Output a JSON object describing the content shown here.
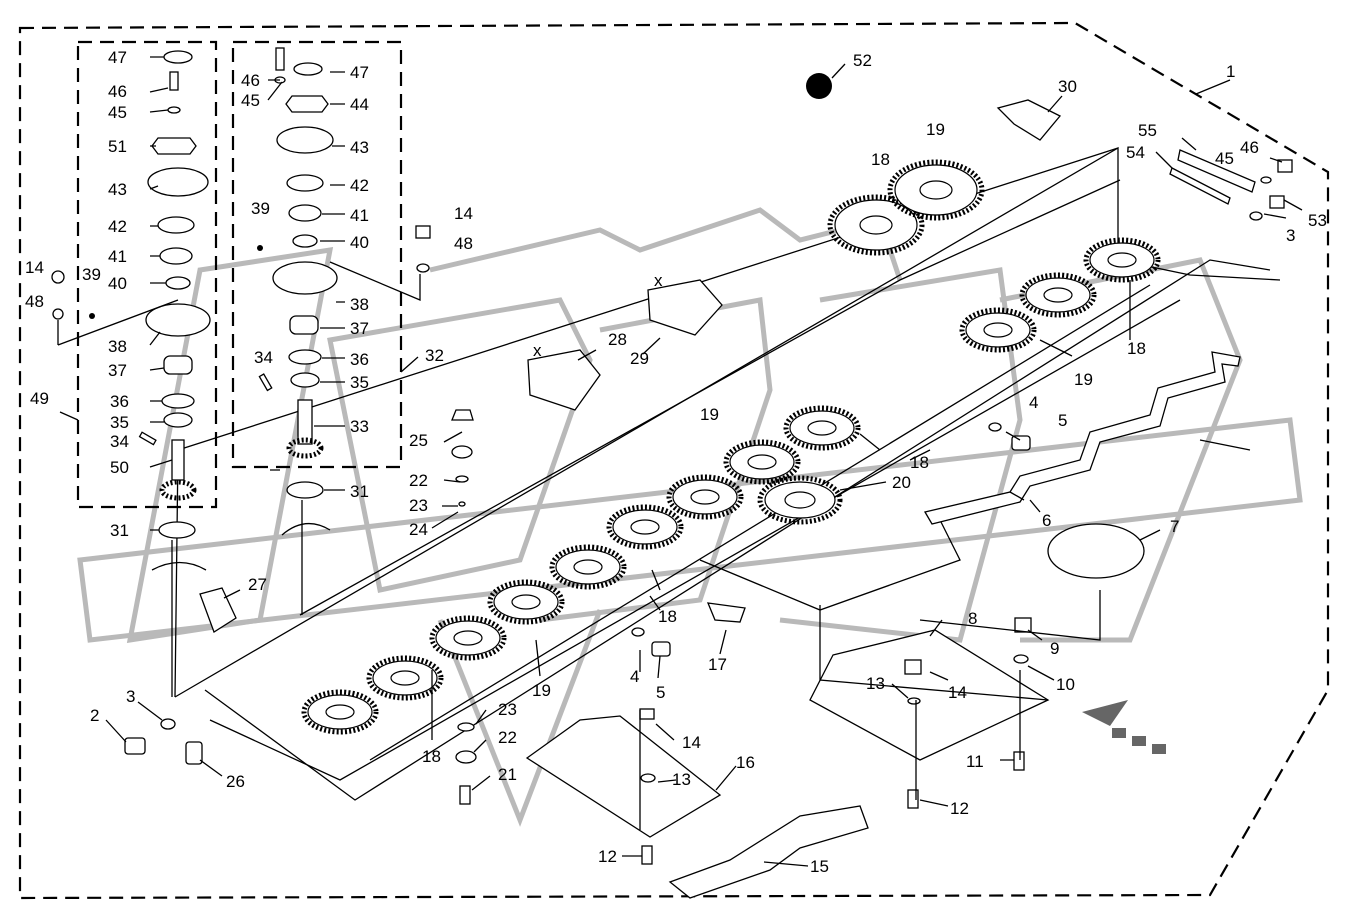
{
  "labels": [
    {
      "id": "l47a",
      "text": "47"
    },
    {
      "id": "l46a",
      "text": "46"
    },
    {
      "id": "l45a",
      "text": "45"
    },
    {
      "id": "l51",
      "text": "51"
    },
    {
      "id": "l43a",
      "text": "43"
    },
    {
      "id": "l42a",
      "text": "42"
    },
    {
      "id": "l41a",
      "text": "41"
    },
    {
      "id": "l40a",
      "text": "40"
    },
    {
      "id": "l14a",
      "text": "14"
    },
    {
      "id": "l39a",
      "text": "39"
    },
    {
      "id": "l48a",
      "text": "48"
    },
    {
      "id": "l38a",
      "text": "38"
    },
    {
      "id": "l37a",
      "text": "37"
    },
    {
      "id": "l36a",
      "text": "36"
    },
    {
      "id": "l35a",
      "text": "35"
    },
    {
      "id": "l34a",
      "text": "34"
    },
    {
      "id": "l49",
      "text": "49"
    },
    {
      "id": "l50",
      "text": "50"
    },
    {
      "id": "l31a",
      "text": "31"
    },
    {
      "id": "l46b",
      "text": "46"
    },
    {
      "id": "l45b",
      "text": "45"
    },
    {
      "id": "l47b",
      "text": "47"
    },
    {
      "id": "l44",
      "text": "44"
    },
    {
      "id": "l43b",
      "text": "43"
    },
    {
      "id": "l42b",
      "text": "42"
    },
    {
      "id": "l41b",
      "text": "41"
    },
    {
      "id": "l40b",
      "text": "40"
    },
    {
      "id": "l39b",
      "text": "39"
    },
    {
      "id": "l38b",
      "text": "38"
    },
    {
      "id": "l37b",
      "text": "37"
    },
    {
      "id": "l34b",
      "text": "34"
    },
    {
      "id": "l36b",
      "text": "36"
    },
    {
      "id": "l35b",
      "text": "35"
    },
    {
      "id": "l32",
      "text": "32"
    },
    {
      "id": "l33",
      "text": "33"
    },
    {
      "id": "l31b",
      "text": "31"
    },
    {
      "id": "l14b",
      "text": "14"
    },
    {
      "id": "l48b",
      "text": "48"
    },
    {
      "id": "l25",
      "text": "25"
    },
    {
      "id": "l22a",
      "text": "22"
    },
    {
      "id": "l23a",
      "text": "23"
    },
    {
      "id": "l24",
      "text": "24"
    },
    {
      "id": "l27",
      "text": "27"
    },
    {
      "id": "l28",
      "text": "28"
    },
    {
      "id": "l29",
      "text": "29"
    },
    {
      "id": "l52",
      "text": "52"
    },
    {
      "id": "l30",
      "text": "30"
    },
    {
      "id": "l1",
      "text": "1"
    },
    {
      "id": "l55",
      "text": "55"
    },
    {
      "id": "l54",
      "text": "54"
    },
    {
      "id": "l46c",
      "text": "46"
    },
    {
      "id": "l45c",
      "text": "45"
    },
    {
      "id": "l53",
      "text": "53"
    },
    {
      "id": "l3a",
      "text": "3"
    },
    {
      "id": "l19a",
      "text": "19"
    },
    {
      "id": "l18a",
      "text": "18"
    },
    {
      "id": "l18b",
      "text": "18"
    },
    {
      "id": "l19b",
      "text": "19"
    },
    {
      "id": "l4a",
      "text": "4"
    },
    {
      "id": "l5a",
      "text": "5"
    },
    {
      "id": "l19c",
      "text": "19"
    },
    {
      "id": "l18c",
      "text": "18"
    },
    {
      "id": "l20",
      "text": "20"
    },
    {
      "id": "l6",
      "text": "6"
    },
    {
      "id": "l7",
      "text": "7"
    },
    {
      "id": "l18d",
      "text": "18"
    },
    {
      "id": "l17",
      "text": "17"
    },
    {
      "id": "l8",
      "text": "8"
    },
    {
      "id": "l9",
      "text": "9"
    },
    {
      "id": "l10",
      "text": "10"
    },
    {
      "id": "l13a",
      "text": "13"
    },
    {
      "id": "l14c",
      "text": "14"
    },
    {
      "id": "l4b",
      "text": "4"
    },
    {
      "id": "l5b",
      "text": "5"
    },
    {
      "id": "l19d",
      "text": "19"
    },
    {
      "id": "l18e",
      "text": "18"
    },
    {
      "id": "l3b",
      "text": "3"
    },
    {
      "id": "l2",
      "text": "2"
    },
    {
      "id": "l26",
      "text": "26"
    },
    {
      "id": "l23b",
      "text": "23"
    },
    {
      "id": "l22b",
      "text": "22"
    },
    {
      "id": "l21",
      "text": "21"
    },
    {
      "id": "l14d",
      "text": "14"
    },
    {
      "id": "l16",
      "text": "16"
    },
    {
      "id": "l13b",
      "text": "13"
    },
    {
      "id": "l11",
      "text": "11"
    },
    {
      "id": "l12a",
      "text": "12"
    },
    {
      "id": "l12b",
      "text": "12"
    },
    {
      "id": "l15",
      "text": "15"
    }
  ],
  "marks": {
    "x1": "x",
    "x2": "x"
  },
  "colors": {
    "line": "#000000",
    "watermark": "#b9b9b9",
    "background": "#ffffff"
  }
}
